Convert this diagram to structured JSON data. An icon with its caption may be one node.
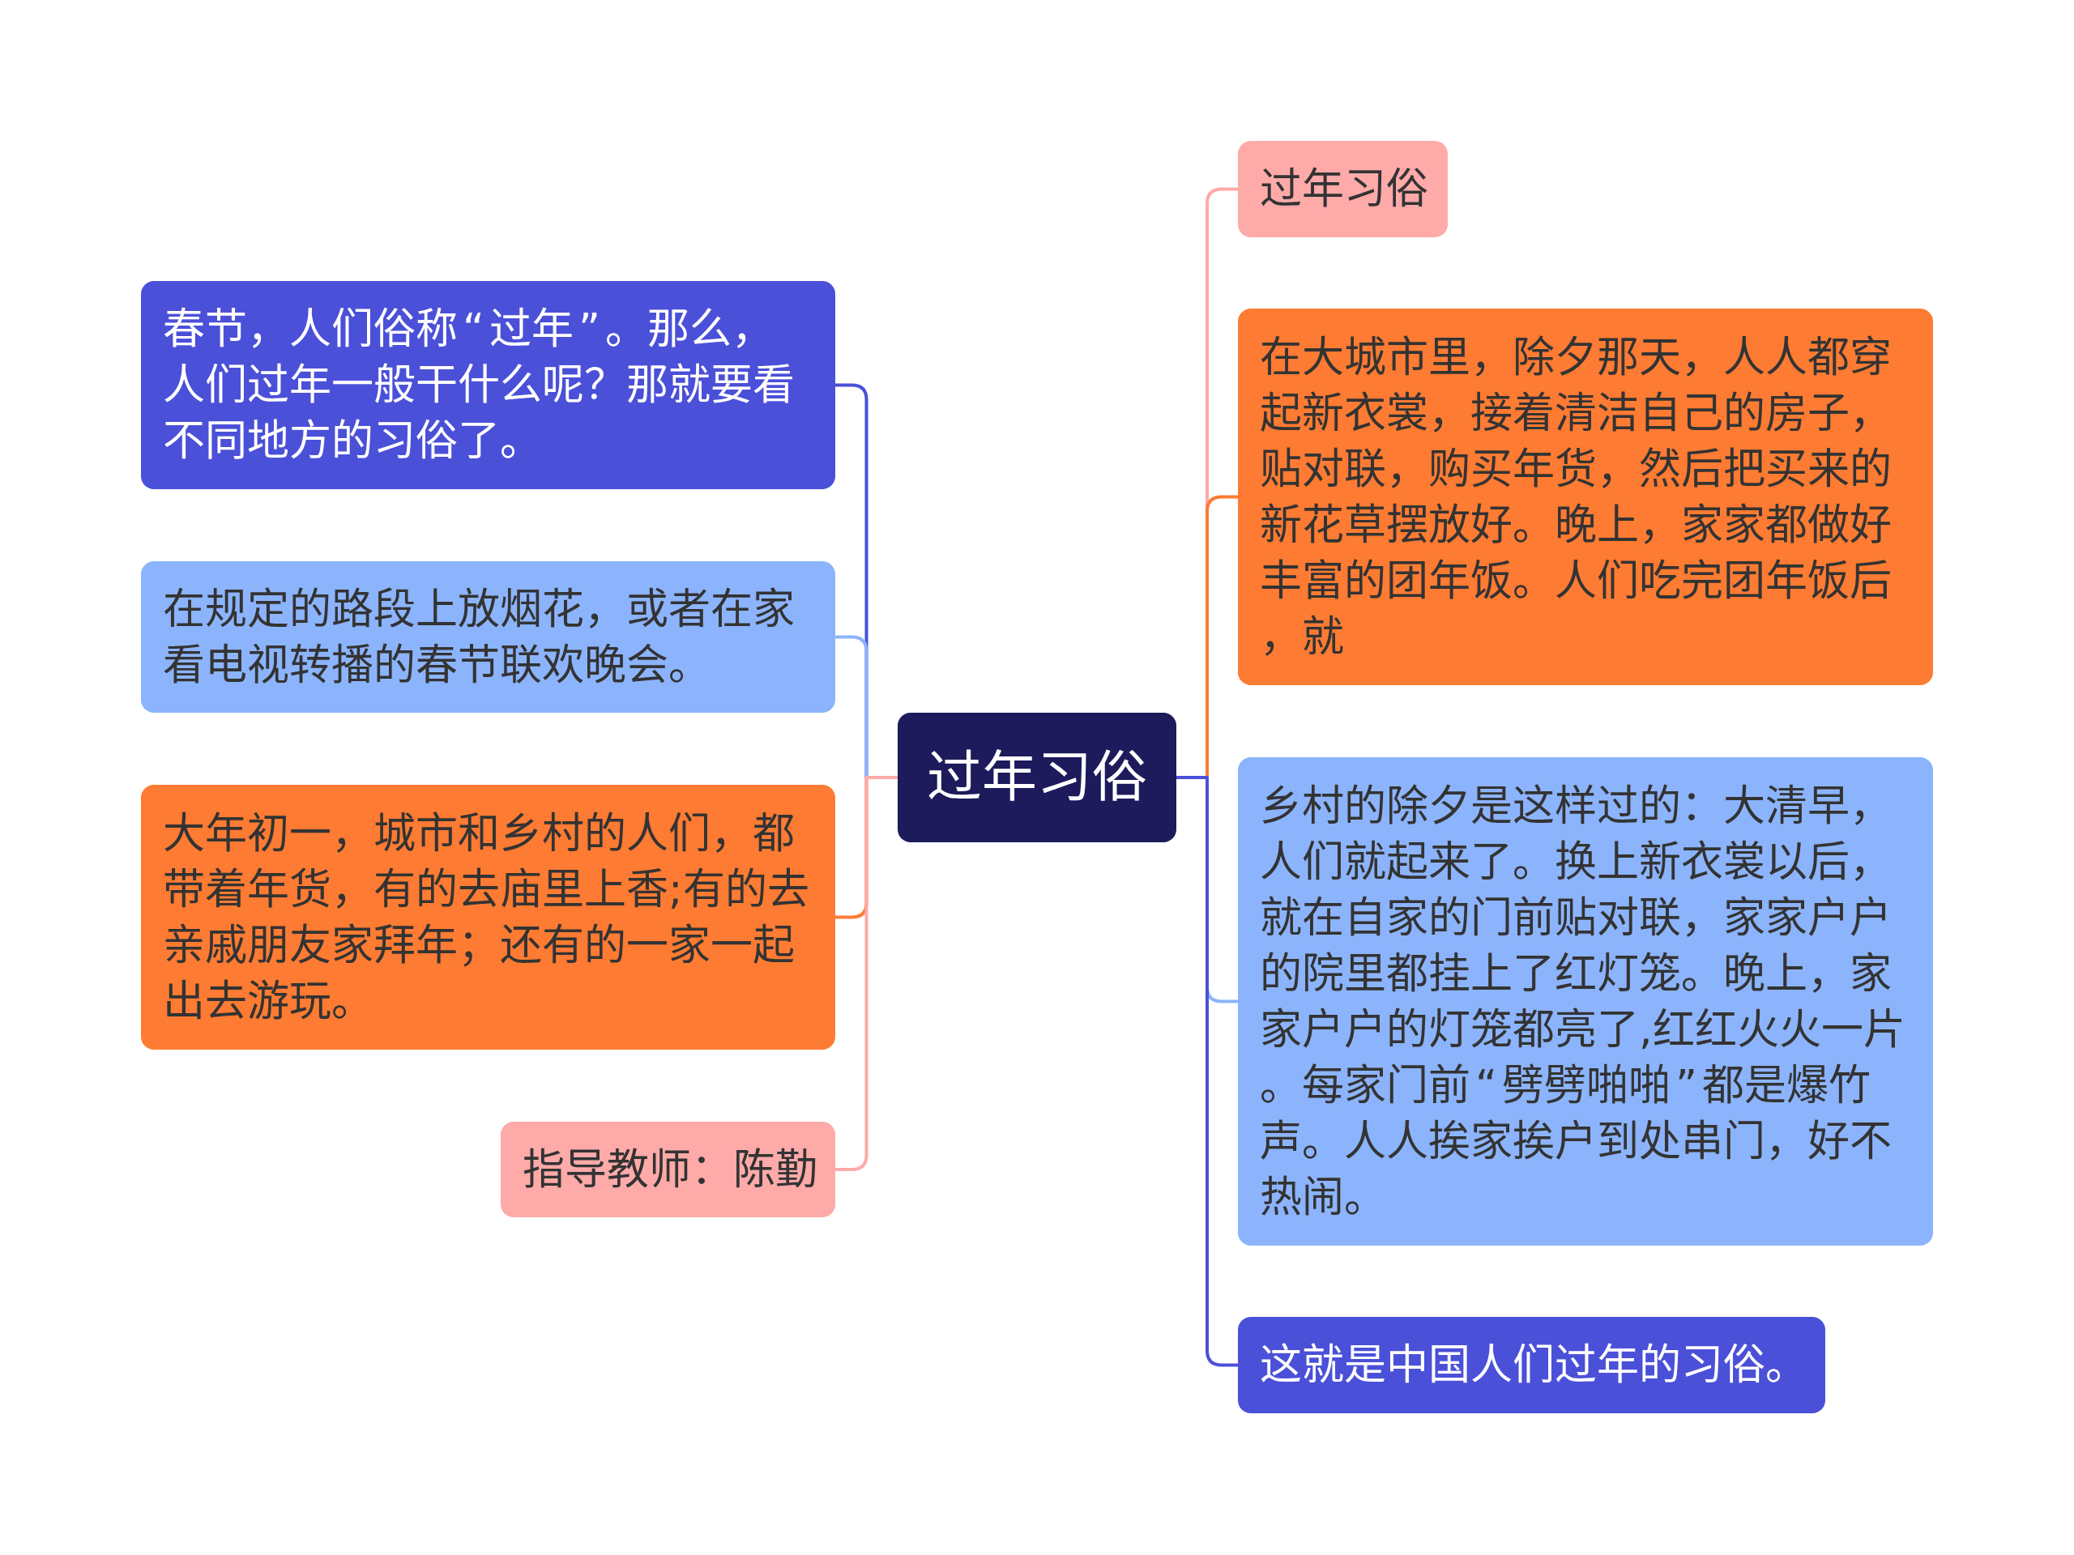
{
  "diagram": {
    "nodes": [
      {
        "text": [
          "过年习俗"
        ]
      },
      {
        "text": [
          "春节，人们俗称“过年”。那么，人们过年一般干什么呢？那就要看不同地方的习俗了。"
        ]
      },
      {
        "text": [
          "在规定的路段上放烟花，或者在家看电视转播的春节联欢晚会。"
        ]
      },
      {
        "text": [
          "大年初一，城市和乡村的人们，都带着年货，有的去庙里上香;有的去亲戚朋友家拜年；还有的一家一起出去游玩。"
        ]
      },
      {
        "text": [
          "指导教师：陈勤"
        ]
      },
      {
        "text": [
          "过年习俗"
        ]
      },
      {
        "text": [
          "在大城市里，除夕那天，人人都穿起新衣裳，接着清洁自己的房子，贴对联，购买年货，然后把买来的新花草摆放好。晚上，家家都做好丰富的团年饭。人们吃完团年饭后，就"
        ]
      },
      {
        "text": [
          "乡村的除夕是这样过的：大清早，人们就起来了。换上新衣裳以后，就在自家的门前贴对联，家家户户的院里都挂上了红灯笼。晚上，家家户户的灯笼都亮了,红红火火一片。每家门前“劈劈啪啪”都是爆竹声。人人挨家挨户到处串门，好不热闹。"
        ]
      },
      {
        "text": [
          "这就是中国人们过年的习俗。"
        ]
      }
    ],
    "edges": [
      {
        "from": 0,
        "to": 1,
        "arrow": "none",
        "color": "#4b50d8"
      },
      {
        "from": 0,
        "to": 2,
        "arrow": "none",
        "color": "#8cb4fc"
      },
      {
        "from": 0,
        "to": 3,
        "arrow": "none",
        "color": "#fd7b32"
      },
      {
        "from": 0,
        "to": 4,
        "arrow": "none",
        "color": "#fdaaa9"
      },
      {
        "from": 0,
        "to": 5,
        "arrow": "none",
        "color": "#fdaaa9"
      },
      {
        "from": 0,
        "to": 6,
        "arrow": "none",
        "color": "#fd7b32"
      },
      {
        "from": 0,
        "to": 7,
        "arrow": "none",
        "color": "#8cb4fc"
      },
      {
        "from": 0,
        "to": 8,
        "arrow": "none",
        "color": "#4b50d8"
      }
    ]
  }
}
